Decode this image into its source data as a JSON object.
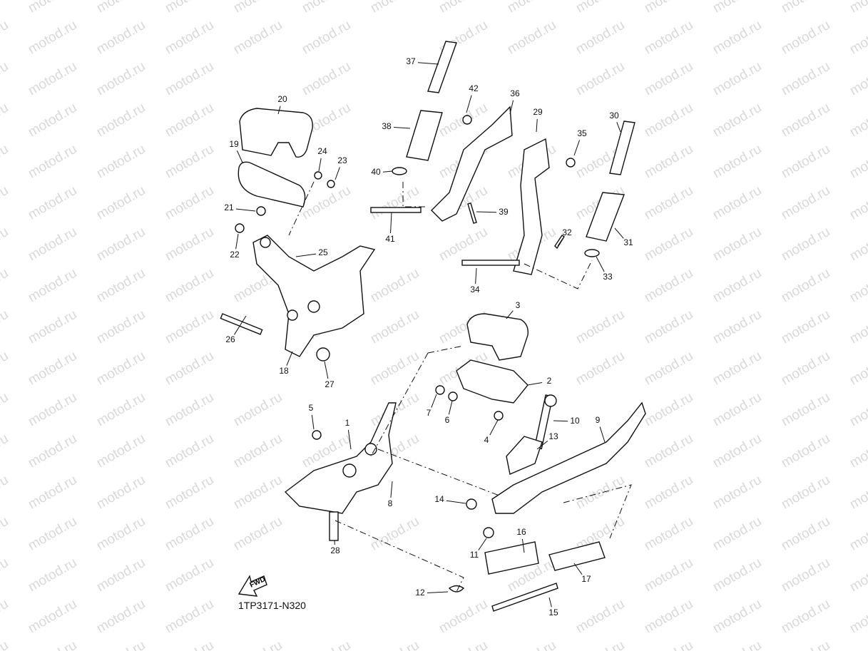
{
  "watermark": "motod.ru",
  "diagram_code": "1TP3171-N320",
  "fwd_label": "FWD",
  "part_numbers": [
    "1",
    "2",
    "3",
    "4",
    "5",
    "6",
    "7",
    "8",
    "9",
    "10",
    "11",
    "12",
    "13",
    "14",
    "15",
    "16",
    "17",
    "18",
    "19",
    "20",
    "21",
    "22",
    "23",
    "24",
    "25",
    "26",
    "27",
    "28",
    "29",
    "30",
    "31",
    "32",
    "33",
    "34",
    "35",
    "36",
    "37",
    "38",
    "39",
    "40",
    "41",
    "42"
  ]
}
